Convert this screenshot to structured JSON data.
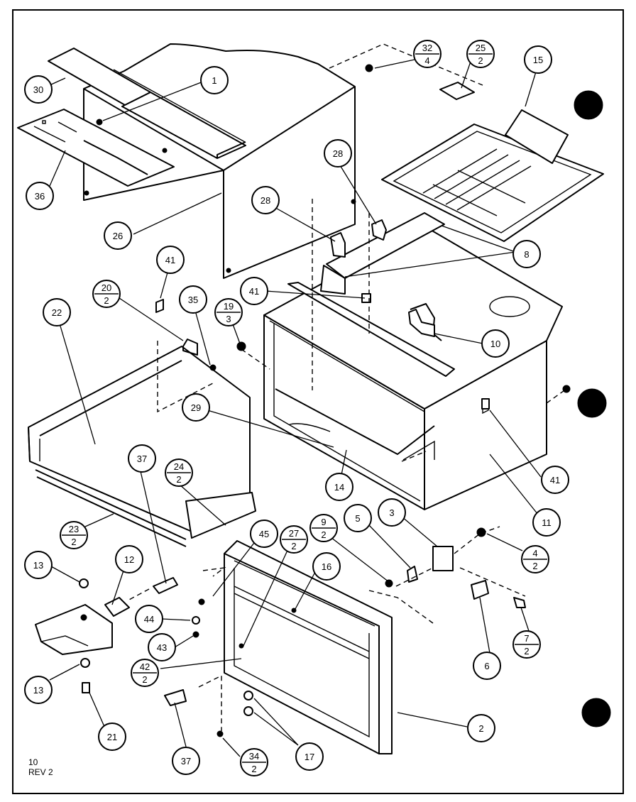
{
  "drawing": {
    "sheet_number": "10",
    "revision": "REV 2"
  },
  "callouts": [
    {
      "id": "c30",
      "label": "30"
    },
    {
      "id": "c1",
      "label": "1"
    },
    {
      "id": "c32",
      "label": "32",
      "qty": "4"
    },
    {
      "id": "c25",
      "label": "25",
      "qty": "2"
    },
    {
      "id": "c15",
      "label": "15"
    },
    {
      "id": "c36",
      "label": "36"
    },
    {
      "id": "c28a",
      "label": "28"
    },
    {
      "id": "c28b",
      "label": "28"
    },
    {
      "id": "c26",
      "label": "26"
    },
    {
      "id": "c8",
      "label": "8"
    },
    {
      "id": "c41a",
      "label": "41"
    },
    {
      "id": "c20",
      "label": "20",
      "qty": "2"
    },
    {
      "id": "c35",
      "label": "35"
    },
    {
      "id": "c19",
      "label": "19",
      "qty": "3"
    },
    {
      "id": "c41b",
      "label": "41"
    },
    {
      "id": "c22",
      "label": "22"
    },
    {
      "id": "c10",
      "label": "10"
    },
    {
      "id": "c29",
      "label": "29"
    },
    {
      "id": "c41c",
      "label": "41"
    },
    {
      "id": "c37a",
      "label": "37"
    },
    {
      "id": "c24",
      "label": "24",
      "qty": "2"
    },
    {
      "id": "c14",
      "label": "14"
    },
    {
      "id": "c11",
      "label": "11"
    },
    {
      "id": "c23",
      "label": "23",
      "qty": "2"
    },
    {
      "id": "c45",
      "label": "45"
    },
    {
      "id": "c27",
      "label": "27",
      "qty": "2"
    },
    {
      "id": "c9",
      "label": "9",
      "qty": "2"
    },
    {
      "id": "c5",
      "label": "5"
    },
    {
      "id": "c3",
      "label": "3"
    },
    {
      "id": "c4",
      "label": "4",
      "qty": "2"
    },
    {
      "id": "c13a",
      "label": "13"
    },
    {
      "id": "c12",
      "label": "12"
    },
    {
      "id": "c16",
      "label": "16"
    },
    {
      "id": "c44",
      "label": "44"
    },
    {
      "id": "c43",
      "label": "43"
    },
    {
      "id": "c7",
      "label": "7",
      "qty": "2"
    },
    {
      "id": "c6",
      "label": "6"
    },
    {
      "id": "c42",
      "label": "42",
      "qty": "2"
    },
    {
      "id": "c13b",
      "label": "13"
    },
    {
      "id": "c2",
      "label": "2"
    },
    {
      "id": "c21",
      "label": "21"
    },
    {
      "id": "c37b",
      "label": "37"
    },
    {
      "id": "c34",
      "label": "34",
      "qty": "2"
    },
    {
      "id": "c17",
      "label": "17"
    }
  ]
}
